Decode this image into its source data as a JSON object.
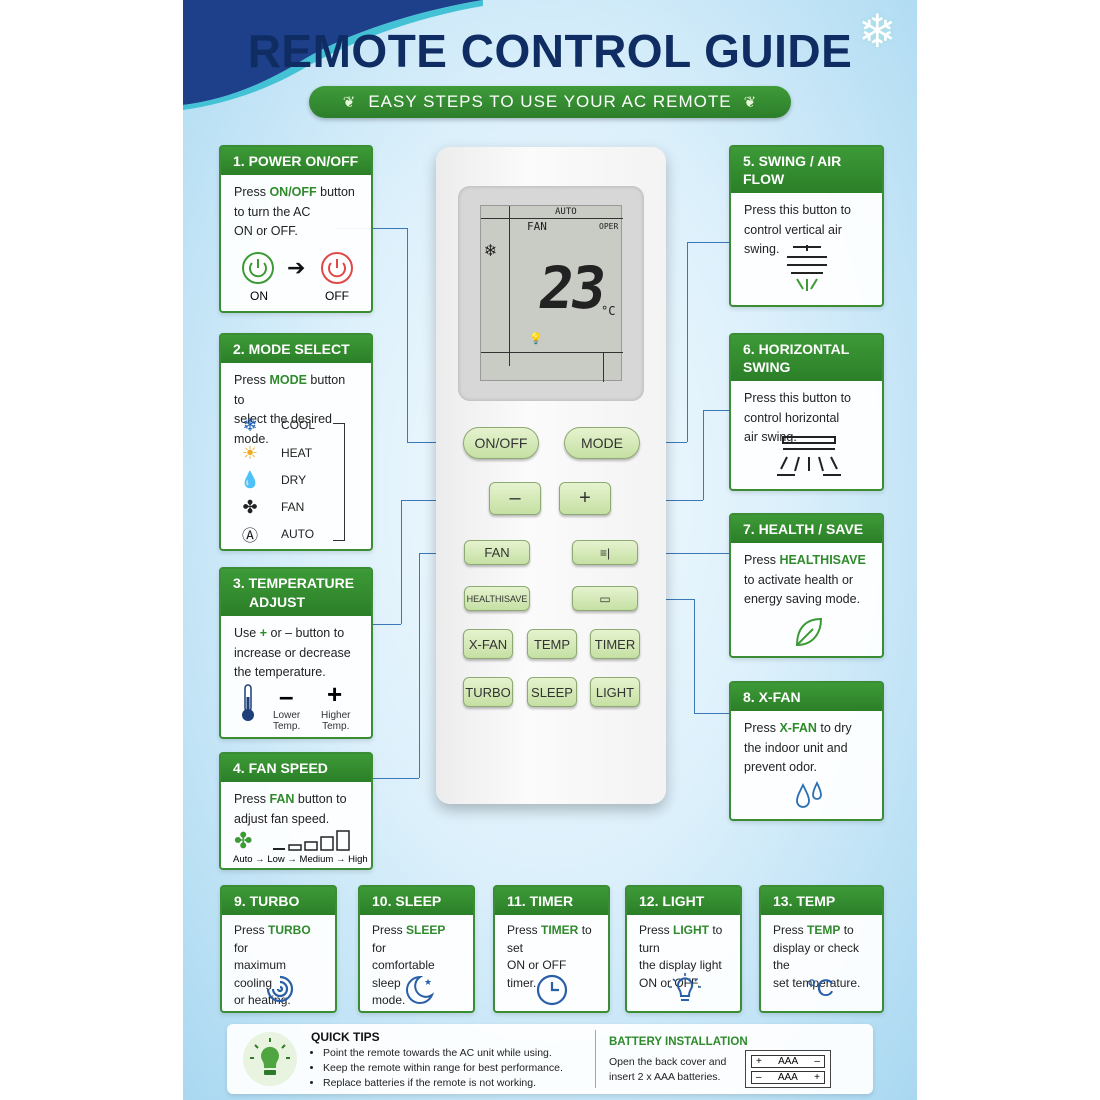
{
  "title": "REMOTE CONTROL GUIDE",
  "subtitle": "EASY STEPS TO USE YOUR AC REMOTE",
  "colors": {
    "green": "#2f8a2b",
    "navy": "#0f2d63",
    "link_blue": "#3a78b8",
    "red": "#e04848"
  },
  "cards": {
    "power": {
      "title": "1. POWER ON/OFF",
      "pre": "Press ",
      "kw": "ON/OFF",
      "post": " button",
      "line2": "to turn the AC",
      "line3": "ON or OFF.",
      "on_label": "ON",
      "off_label": "OFF",
      "icon": "power-icon"
    },
    "mode": {
      "title": "2. MODE SELECT",
      "pre": "Press ",
      "kw": "MODE",
      "post": " button to",
      "line2": "select the desired mode.",
      "modes": [
        {
          "label": "COOL",
          "icon": "snowflake-icon"
        },
        {
          "label": "HEAT",
          "icon": "sun-icon"
        },
        {
          "label": "DRY",
          "icon": "droplet-icon"
        },
        {
          "label": "FAN",
          "icon": "fan-icon"
        },
        {
          "label": "AUTO",
          "icon": "auto-icon"
        }
      ]
    },
    "temp": {
      "title_line1": "3. TEMPERATURE",
      "title_line2": "ADJUST",
      "pre": "Use ",
      "kw1": "+",
      "mid": " or ",
      "kw2": "–",
      "post": " button to",
      "line2": "increase or decrease",
      "line3": "the temperature.",
      "lower1": "Lower",
      "lower2": "Temp.",
      "higher1": "Higher",
      "higher2": "Temp."
    },
    "fan": {
      "title": "4. FAN SPEED",
      "pre": "Press ",
      "kw": "FAN",
      "post": " button to",
      "line2": "adjust fan speed.",
      "speeds": "Auto → Low → Medium → High"
    },
    "swing": {
      "title": "5. SWING / AIR FLOW",
      "line1": "Press this button to",
      "line2": "control vertical air",
      "line3": "swing."
    },
    "hswing": {
      "title": "6. HORIZONTAL SWING",
      "line1": "Press this button to",
      "line2": "control horizontal",
      "line3": "air swing."
    },
    "health": {
      "title": "7. HEALTH / SAVE",
      "pre": "Press ",
      "kw": "HEALTHISAVE",
      "line2": "to activate health or",
      "line3": "energy saving mode."
    },
    "xfan": {
      "title": "8. X-FAN",
      "pre": "Press ",
      "kw": "X-FAN",
      "post": " to dry",
      "line2": "the indoor unit and",
      "line3": "prevent odor."
    }
  },
  "bottom_cards": [
    {
      "title": "9. TURBO",
      "pre": "Press ",
      "kw": "TURBO",
      "post": " for",
      "line2": "maximum cooling",
      "line3": "or heating.",
      "icon": "turbo-icon"
    },
    {
      "title": "10. SLEEP",
      "pre": "Press ",
      "kw": "SLEEP",
      "post": " for",
      "line2": "comfortable sleep",
      "line3": "mode.",
      "icon": "moon-icon"
    },
    {
      "title": "11. TIMER",
      "pre": "Press ",
      "kw": "TIMER",
      "post": " to set",
      "line2": "ON or OFF timer.",
      "line3": "",
      "icon": "clock-icon"
    },
    {
      "title": "12. LIGHT",
      "pre": "Press ",
      "kw": "LIGHT",
      "post": " to turn",
      "line2": "the display light",
      "line3": "ON or OFF.",
      "icon": "bulb-icon"
    },
    {
      "title": "13. TEMP",
      "pre": "Press ",
      "kw": "TEMP",
      "post": " to",
      "line2": "display or check the",
      "line3": "set temperature.",
      "icon": "celsius-icon"
    }
  ],
  "remote": {
    "lcd": {
      "auto": "AUTO",
      "fan": "FAN",
      "oper": "OPER",
      "temp": "23",
      "unit": "°C"
    },
    "buttons": {
      "onoff": "ON/OFF",
      "mode": "MODE",
      "minus": "–",
      "plus": "+",
      "fan": "FAN",
      "healthisave": "HEALTHISAVE",
      "xfan": "X-FAN",
      "temp": "TEMP",
      "timer": "TIMER",
      "turbo": "TURBO",
      "sleep": "SLEEP",
      "light": "LIGHT"
    }
  },
  "tips": {
    "title": "QUICK TIPS",
    "items": [
      "Point the remote towards the AC unit while using.",
      "Keep the remote within range for best performance.",
      "Replace batteries if the remote is not working."
    ],
    "battery_title": "BATTERY INSTALLATION",
    "battery_line1": "Open the back cover and",
    "battery_line2": "insert 2 x AAA batteries.",
    "battery_label": "AAA"
  }
}
